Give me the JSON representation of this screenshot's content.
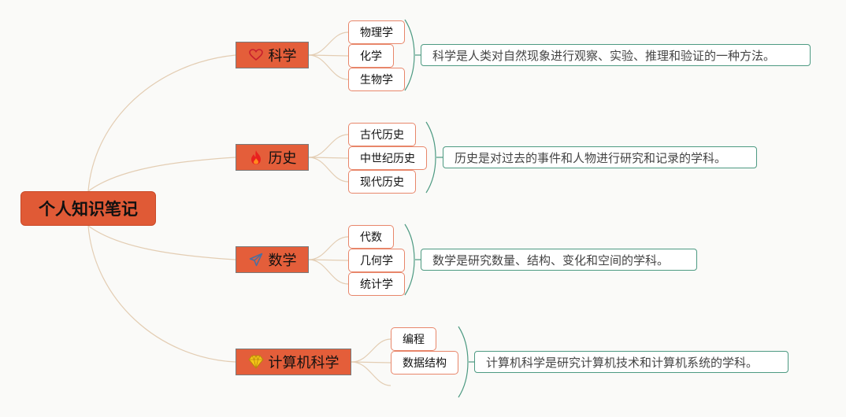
{
  "root": {
    "title": "个人知识笔记"
  },
  "branches": [
    {
      "label": "科学",
      "icon": "heart-icon",
      "children": [
        "物理学",
        "化学",
        "生物学"
      ],
      "summary": "科学是人类对自然现象进行观察、实验、推理和验证的一种方法。"
    },
    {
      "label": "历史",
      "icon": "fire-icon",
      "children": [
        "古代历史",
        "中世纪历史",
        "现代历史"
      ],
      "summary": "历史是对过去的事件和人物进行研究和记录的学科。"
    },
    {
      "label": "数学",
      "icon": "paper-plane-icon",
      "children": [
        "代数",
        "几何学",
        "统计学"
      ],
      "summary": "数学是研究数量、结构、变化和空间的学科。"
    },
    {
      "label": "计算机科学",
      "icon": "diamond-icon",
      "children": [
        "编程",
        "数据结构"
      ],
      "summary": "计算机科学是研究计算机技术和计算机系统的学科。"
    }
  ],
  "colors": {
    "root_fill": "#e05a36",
    "branch_fill": "#e45e3a",
    "leaf_border": "#e8866a",
    "summary_border": "#4d9a82",
    "connector": "#e3cdb3"
  }
}
